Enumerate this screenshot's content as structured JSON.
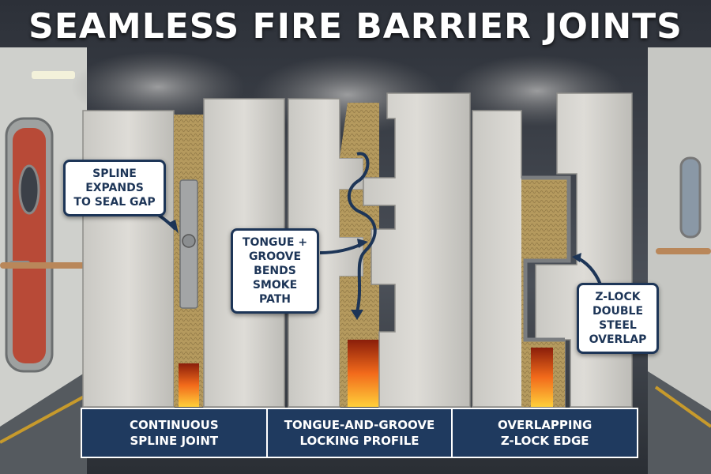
{
  "title": "SEAMLESS FIRE BARRIER JOINTS",
  "callouts": {
    "spline": [
      "SPLINE EXPANDS",
      "TO SEAL GAP"
    ],
    "tongue": [
      "TONGUE +",
      "GROOVE BENDS",
      "SMOKE PATH"
    ],
    "zlock": [
      "Z-LOCK",
      "DOUBLE STEEL",
      "OVERLAP"
    ]
  },
  "labels": [
    {
      "line1": "CONTINUOUS",
      "line2": "SPLINE JOINT"
    },
    {
      "line1": "TONGUE-AND-GROOVE",
      "line2": "LOCKING PROFILE"
    },
    {
      "line1": "OVERLAPPING",
      "line2": "Z-LOCK EDGE"
    }
  ],
  "colors": {
    "navy": "#1f3a5f",
    "panel": "#d9d8d3",
    "insulation": "#b59a5e",
    "flame": "#f26a1b",
    "door": "#b84a37"
  }
}
